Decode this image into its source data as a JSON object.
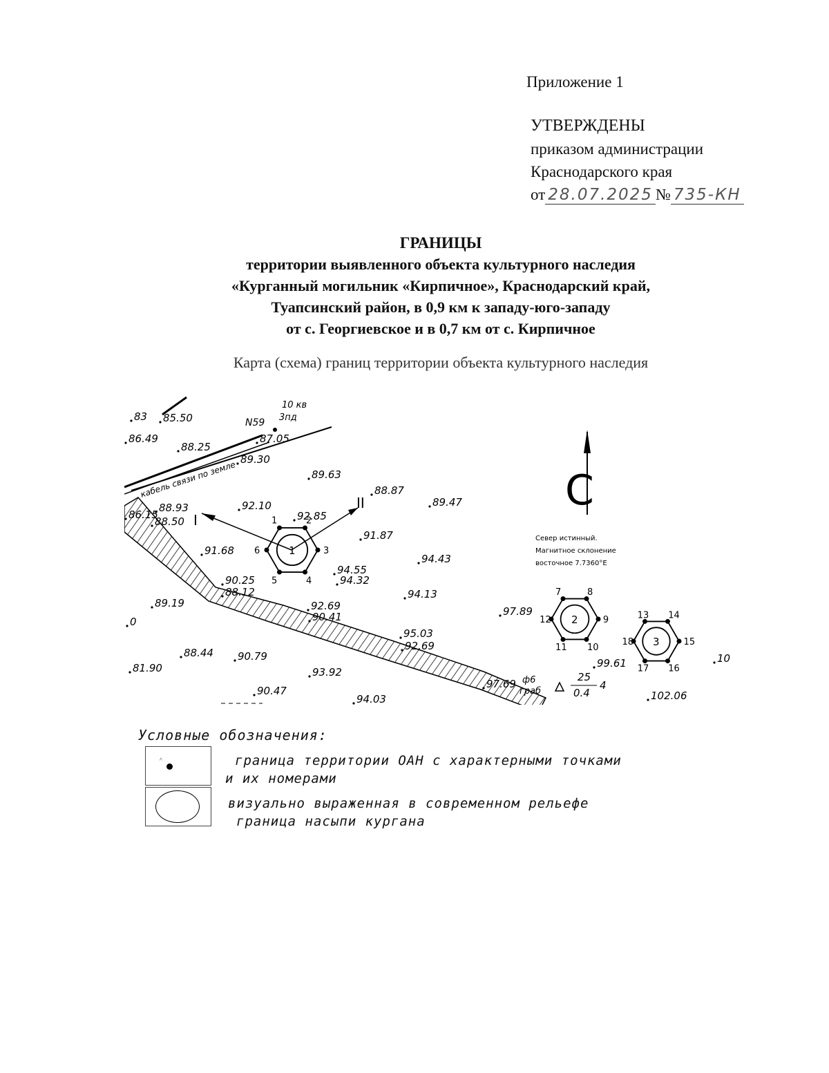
{
  "header": {
    "appendix": "Приложение 1",
    "approved_caps": "УТВЕРЖДЕНЫ",
    "approved_line2": "приказом администрации",
    "approved_line3": "Краснодарского края",
    "date_prefix": "от",
    "date_value": "28.07.2025",
    "number_prefix": "№",
    "number_value": "735-КН"
  },
  "title": {
    "main": "ГРАНИЦЫ",
    "line1": "территории выявленного объекта культурного наследия",
    "line2": "«Курганный могильник «Кирпичное», Краснодарский край,",
    "line3": "Туапсинский район, в 0,9 км к западу-юго-западу",
    "line4": "от с. Георгиевское и в 0,7 км от с. Кирпичное"
  },
  "subtitle": "Карта (схема) границ территории объекта культурного наследия",
  "map": {
    "north_letter": "С",
    "north_note": [
      "Север истинный.",
      "Магнитное склонение",
      "восточное 7.7360°E"
    ],
    "cable_label": "кабель связи по земле",
    "pole_label": "N59",
    "pole_note": [
      "10 кв",
      "3пд"
    ],
    "section_marks": [
      "I",
      "II"
    ],
    "symbol_label": [
      "ф6",
      "граб"
    ],
    "symbol_fraction": [
      "25",
      "0.4"
    ],
    "symbol_count": "4",
    "elevations": [
      "83",
      "85.50",
      "86.49",
      "88.25",
      "87.05",
      "89.30",
      "89.63",
      "88.87",
      "89.47",
      "86.15",
      "88.93",
      "88.50",
      "92.10",
      "92.85",
      "91.87",
      "91.68",
      "94.55",
      "94.32",
      "94.43",
      "90.25",
      "88.12",
      "94.13",
      "89.19",
      "92.69",
      "90.41",
      "97.89",
      "95.03",
      "92.69",
      "88.44",
      "90.79",
      "81.90",
      "93.92",
      "99.61",
      "10",
      "97.69",
      "90.47",
      "94.03",
      "102.06",
      "0"
    ],
    "mounds": [
      {
        "label": "1",
        "points": [
          "1",
          "2",
          "3",
          "4",
          "5",
          "6"
        ]
      },
      {
        "label": "2",
        "points": [
          "7",
          "8",
          "9",
          "10",
          "11",
          "12"
        ]
      },
      {
        "label": "3",
        "points": [
          "13",
          "14",
          "15",
          "16",
          "17",
          "18"
        ]
      }
    ]
  },
  "legend": {
    "title": "Условные обозначения:",
    "item1": [
      "граница территории ОАН с характерными точками",
      "и их номерами"
    ],
    "item2": [
      "визуально выраженная в современном рельефе",
      "граница насыпи кургана"
    ]
  }
}
